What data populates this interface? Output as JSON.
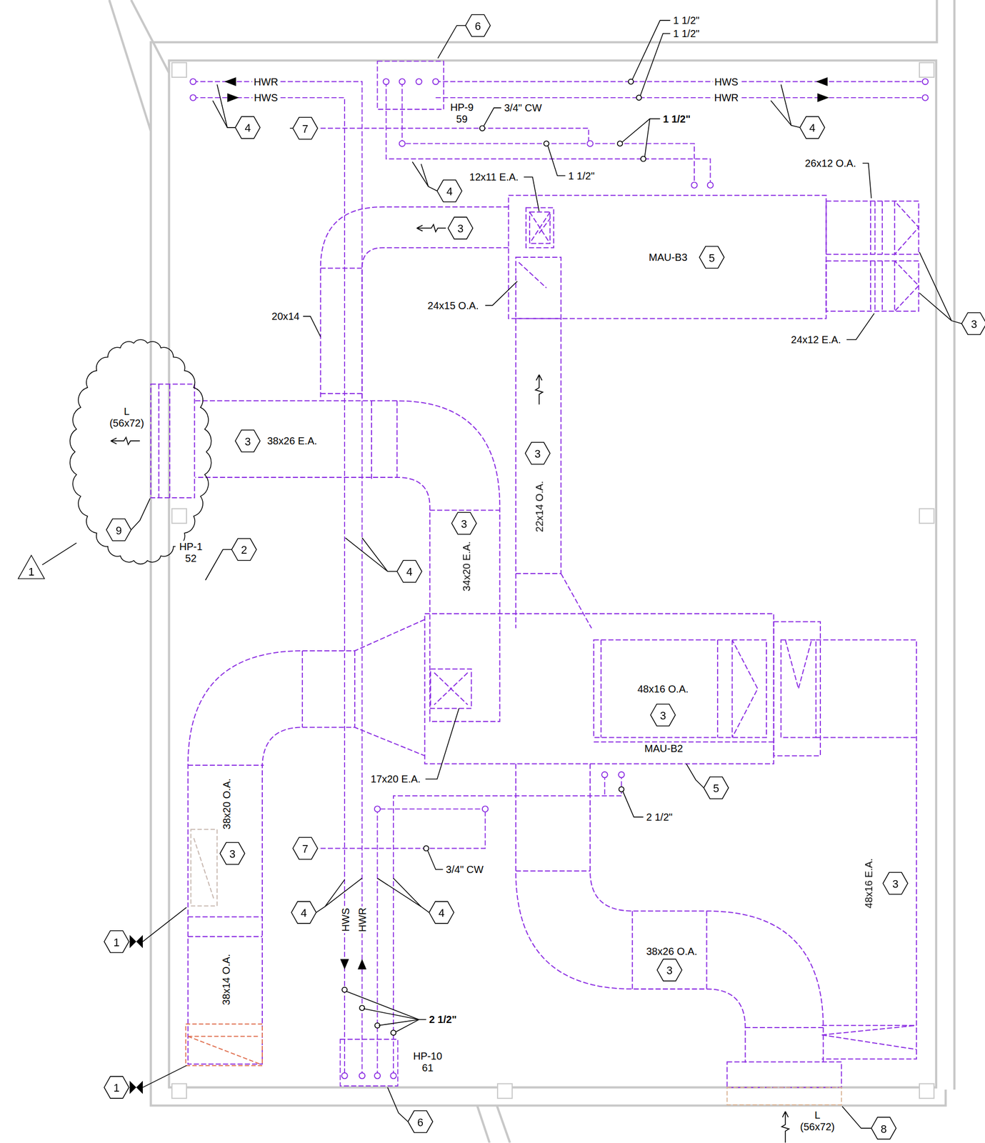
{
  "diagram": {
    "nodes": [
      {
        "text": [
          "6"
        ]
      },
      {
        "text": [
          "4"
        ]
      },
      {
        "text": [
          "7"
        ]
      },
      {
        "text": [
          "4"
        ]
      },
      {
        "text": [
          "4"
        ]
      },
      {
        "text": [
          "3"
        ]
      },
      {
        "text": [
          "5"
        ]
      },
      {
        "text": [
          "3"
        ]
      },
      {
        "text": [
          "3"
        ]
      },
      {
        "text": [
          "3"
        ]
      },
      {
        "text": [
          "3"
        ]
      },
      {
        "text": [
          "9"
        ]
      },
      {
        "text": [
          "2"
        ]
      },
      {
        "text": [
          "1"
        ]
      },
      {
        "text": [
          "4"
        ]
      },
      {
        "text": [
          "3"
        ]
      },
      {
        "text": [
          "5"
        ]
      },
      {
        "text": [
          "7"
        ]
      },
      {
        "text": [
          "3"
        ]
      },
      {
        "text": [
          "4"
        ]
      },
      {
        "text": [
          "4"
        ]
      },
      {
        "text": [
          "3"
        ]
      },
      {
        "text": [
          "1"
        ]
      },
      {
        "text": [
          "3"
        ]
      },
      {
        "text": [
          "1"
        ]
      },
      {
        "text": [
          "6"
        ]
      },
      {
        "text": [
          "8"
        ]
      }
    ],
    "labels": [
      "1 1/2\"",
      "1 1/2\"",
      "HWR",
      "HWS",
      "HWS",
      "HWR",
      "HP-9 59",
      "3/4\" CW",
      "1 1/2\"",
      "1 1/2\"",
      "12x11 E.A.",
      "26x12 O.A.",
      "MAU-B3",
      "24x15 O.A.",
      "24x12 E.A.",
      "20x14",
      "L (56x72)",
      "38x26 E.A.",
      "22x14 O.A.",
      "34x20 E.A.",
      "HP-1 52",
      "48x16 O.A.",
      "MAU-B2",
      "17x20 E.A.",
      "2 1/2\"",
      "3/4\" CW",
      "38x20 O.A.",
      "HWS",
      "HWR",
      "48x16 E.A.",
      "38x26 O.A.",
      "38x14 O.A.",
      "2 1/2\"",
      "HP-10 61",
      "L (56x72)"
    ]
  }
}
